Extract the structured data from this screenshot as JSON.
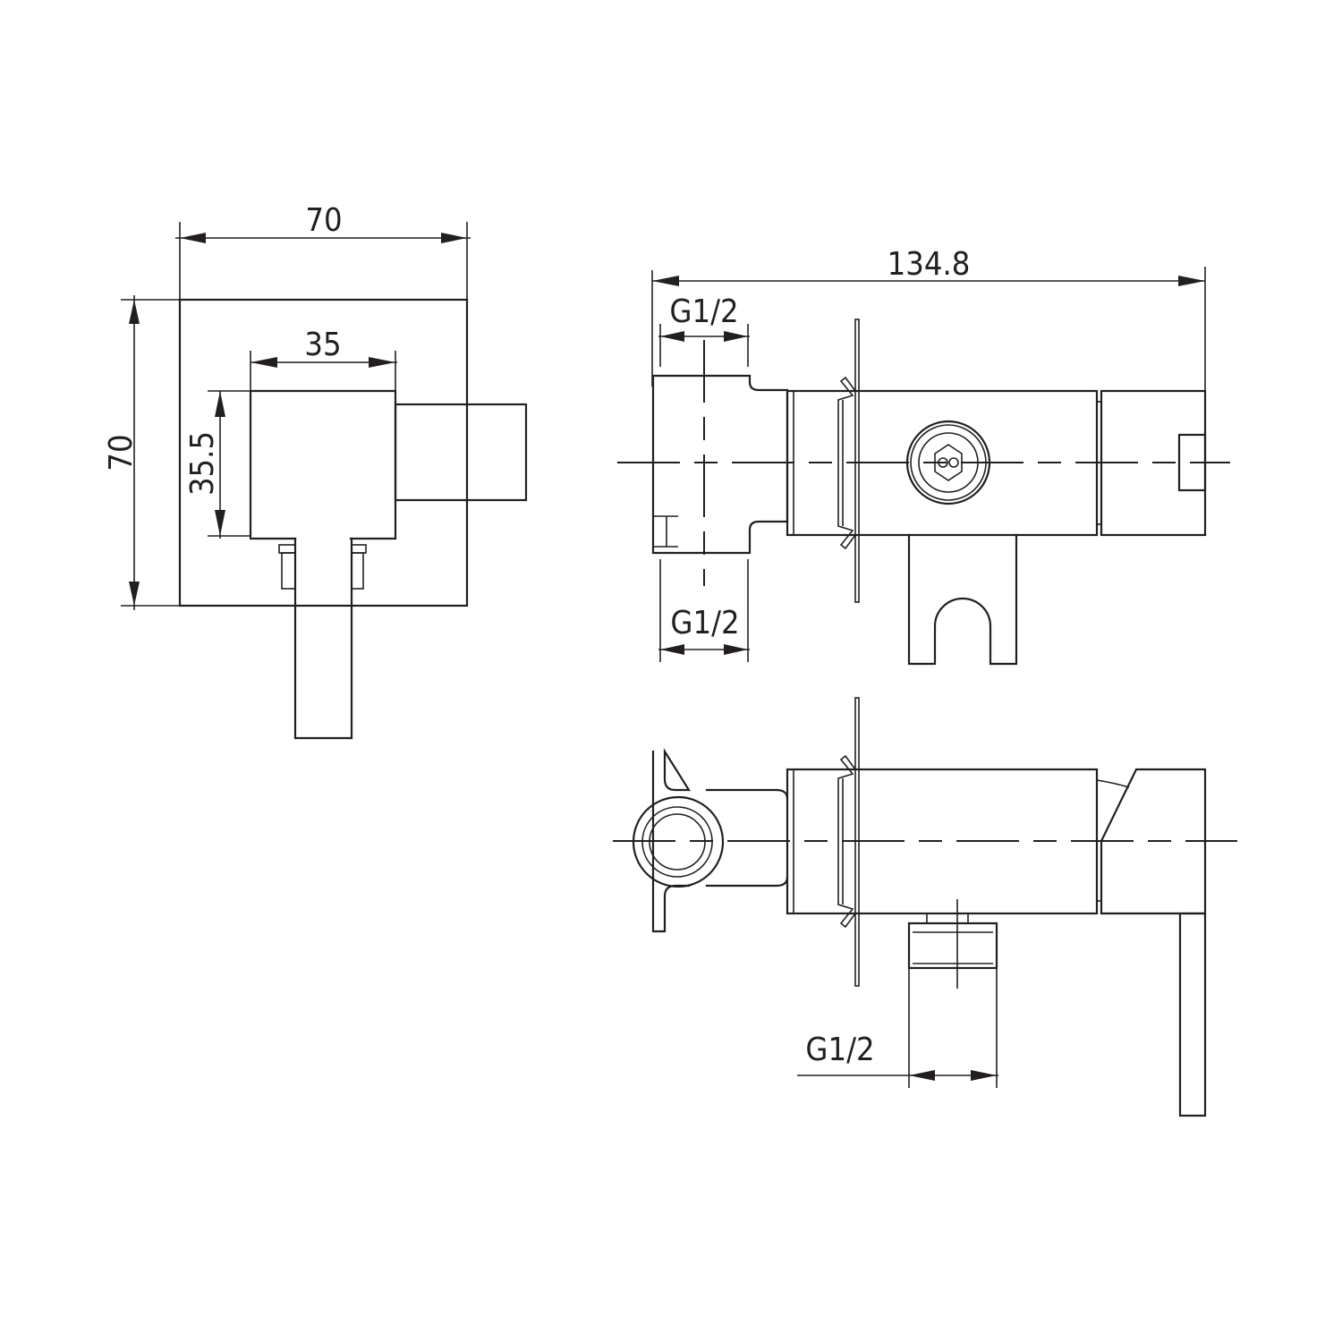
{
  "drawing": {
    "type": "technical-drawing",
    "subject": "concealed valve with shower holder (three views)",
    "line_color": "#231f20",
    "background": "#ffffff"
  },
  "front_view": {
    "dim_width_total": "70",
    "dim_height_total": "70",
    "dim_width_body": "35",
    "dim_height_body": "35.5"
  },
  "top_view": {
    "dim_total_length": "134.8",
    "dim_inlet_top": "G1/2",
    "dim_inlet_bottom": "G1/2"
  },
  "side_view": {
    "dim_outlet": "G1/2"
  }
}
